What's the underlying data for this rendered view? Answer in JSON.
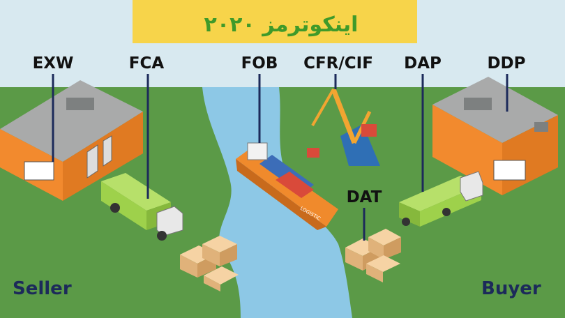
{
  "title": "اینکوترمز ۲۰۲۰",
  "terms": {
    "exw": "EXW",
    "fca": "FCA",
    "fob": "FOB",
    "cfr_cif": "CFR/CIF",
    "dap": "DAP",
    "ddp": "DDP",
    "dat": "DAT"
  },
  "parties": {
    "seller": "Seller",
    "buyer": "Buyer"
  },
  "ship_text": "LOGISTIC",
  "colors": {
    "sky": "#d8e9f0",
    "grass": "#5b9a47",
    "river": "#8dc8e6",
    "title_banner": "#f7d44a",
    "title_text": "#3f9a2a",
    "warehouse_wall": "#f28a2e",
    "roof": "#a9aaaa",
    "truck_container": "#9ed14b",
    "ship_hull": "#f08a2c",
    "crane": "#f2a531",
    "crane_base": "#2f6fb5"
  }
}
